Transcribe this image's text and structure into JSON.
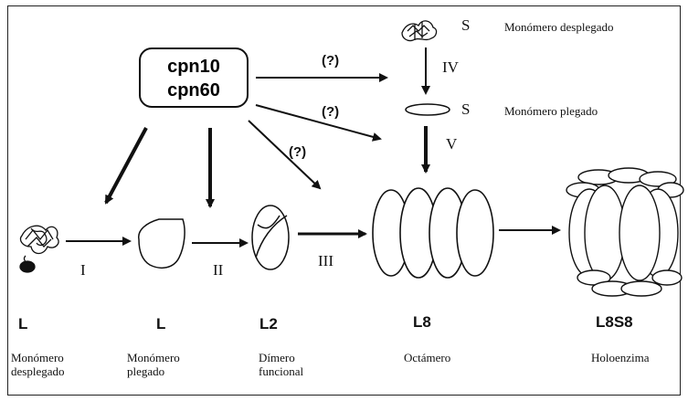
{
  "chaperone": {
    "line1": "cpn10",
    "line2": "cpn60"
  },
  "question_marks": [
    "(?)",
    "(?)",
    "(?)"
  ],
  "steps": [
    "I",
    "II",
    "III",
    "IV",
    "V"
  ],
  "small_subunit": {
    "unfolded_letter": "S",
    "unfolded_desc": "Monómero desplegado",
    "folded_letter": "S",
    "folded_desc": "Monómero plegado"
  },
  "stages": [
    {
      "code": "L",
      "desc1": "Monómero",
      "desc2": "desplegado"
    },
    {
      "code": "L",
      "desc1": "Monómero",
      "desc2": "plegado"
    },
    {
      "code": "L2",
      "desc1": "Dímero",
      "desc2": "funcional"
    },
    {
      "code": "L8",
      "desc1": "Octámero",
      "desc2": ""
    },
    {
      "code": "L8S8",
      "desc1": "Holoenzima",
      "desc2": ""
    }
  ]
}
